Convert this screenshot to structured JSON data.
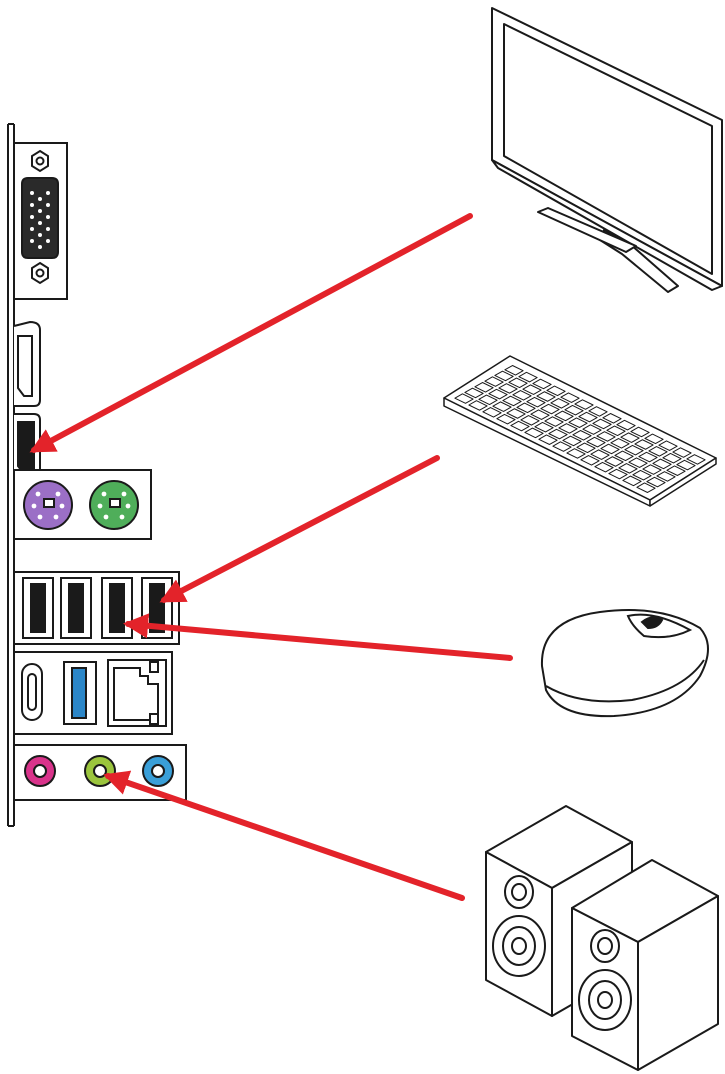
{
  "diagram": {
    "description_visible_text": "",
    "colors": {
      "arrow": "#e3232a",
      "outline": "#1a1a1a",
      "ps2_keyboard_port": "#9b6fc6",
      "ps2_mouse_port": "#4fae5a",
      "usb3_port": "#2b86c8",
      "audio_mic_in": "#d9338b",
      "audio_line_out": "#9bc53d",
      "audio_line_in": "#3a9fd8"
    },
    "io_panel": {
      "ports": [
        "vga-port",
        "displayport",
        "hdmi-port",
        "ps2-keyboard-port",
        "ps2-mouse-port",
        "usb2-port-1",
        "usb2-port-2",
        "usb2-port-3",
        "usb2-port-4",
        "usb-c-port",
        "usb3-port",
        "lan-port",
        "audio-mic-in",
        "audio-line-out",
        "audio-line-in"
      ]
    },
    "devices": [
      "monitor",
      "keyboard",
      "mouse",
      "speakers"
    ],
    "connections": [
      {
        "from": "monitor",
        "to": "hdmi-port"
      },
      {
        "from": "keyboard",
        "to": "usb2-port-4"
      },
      {
        "from": "mouse",
        "to": "usb2-port-3"
      },
      {
        "from": "speakers",
        "to": "audio-line-out"
      }
    ]
  }
}
